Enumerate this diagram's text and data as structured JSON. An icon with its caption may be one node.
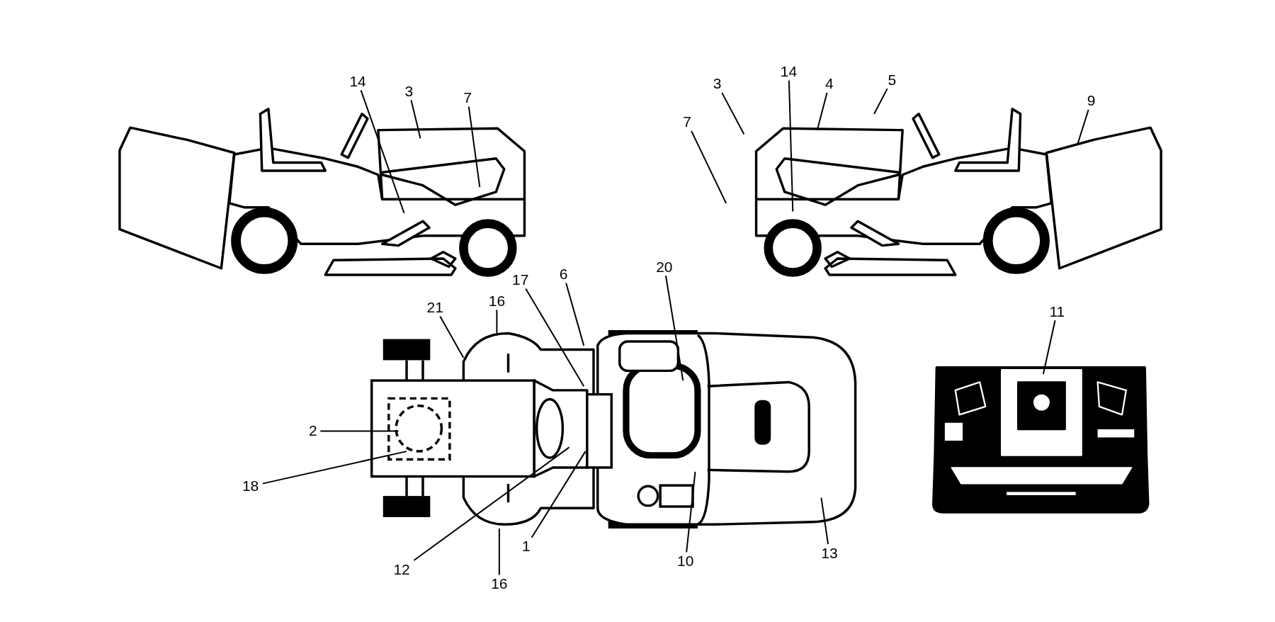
{
  "diagram": {
    "nodes": [
      {
        "text": [
          "14"
        ]
      },
      {
        "text": [
          "3"
        ]
      },
      {
        "text": [
          "7"
        ]
      },
      {
        "text": [
          "3"
        ]
      },
      {
        "text": [
          "14"
        ]
      },
      {
        "text": [
          "4"
        ]
      },
      {
        "text": [
          "5"
        ]
      },
      {
        "text": [
          "9"
        ]
      },
      {
        "text": [
          "7"
        ]
      },
      {
        "text": [
          "20"
        ]
      },
      {
        "text": [
          "17"
        ]
      },
      {
        "text": [
          "6"
        ]
      },
      {
        "text": [
          "21"
        ]
      },
      {
        "text": [
          "16"
        ]
      },
      {
        "text": [
          "11"
        ]
      },
      {
        "text": [
          "2"
        ]
      },
      {
        "text": [
          "18"
        ]
      },
      {
        "text": [
          "12"
        ]
      },
      {
        "text": [
          "1"
        ]
      },
      {
        "text": [
          "10"
        ]
      },
      {
        "text": [
          "13"
        ]
      },
      {
        "text": [
          "16"
        ]
      },
      {
        "text": [],
        "shape": "picture"
      },
      {
        "text": [],
        "shape": "picture"
      },
      {
        "text": [],
        "shape": "picture"
      },
      {
        "text": [],
        "shape": "picture"
      }
    ],
    "edges": [
      {
        "from": 0,
        "to": 22,
        "arrow": "none"
      },
      {
        "from": 1,
        "to": 22,
        "arrow": "none"
      },
      {
        "from": 2,
        "to": 22,
        "arrow": "none"
      },
      {
        "from": 3,
        "to": 23,
        "arrow": "none"
      },
      {
        "from": 4,
        "to": 23,
        "arrow": "none"
      },
      {
        "from": 5,
        "to": 23,
        "arrow": "none"
      },
      {
        "from": 6,
        "to": 23,
        "arrow": "none"
      },
      {
        "from": 7,
        "to": 23,
        "arrow": "none"
      },
      {
        "from": 8,
        "to": 23,
        "arrow": "none"
      },
      {
        "from": 9,
        "to": 24,
        "arrow": "none"
      },
      {
        "from": 10,
        "to": 24,
        "arrow": "none"
      },
      {
        "from": 11,
        "to": 24,
        "arrow": "none"
      },
      {
        "from": 12,
        "to": 24,
        "arrow": "none"
      },
      {
        "from": 13,
        "to": 24,
        "arrow": "none"
      },
      {
        "from": 14,
        "to": 25,
        "arrow": "none"
      },
      {
        "from": 15,
        "to": 24,
        "arrow": "none"
      },
      {
        "from": 16,
        "to": 24,
        "arrow": "none"
      },
      {
        "from": 17,
        "to": 24,
        "arrow": "none"
      },
      {
        "from": 18,
        "to": 24,
        "arrow": "none"
      },
      {
        "from": 19,
        "to": 24,
        "arrow": "none"
      },
      {
        "from": 20,
        "to": 24,
        "arrow": "none"
      },
      {
        "from": 21,
        "to": 24,
        "arrow": "none"
      }
    ]
  }
}
